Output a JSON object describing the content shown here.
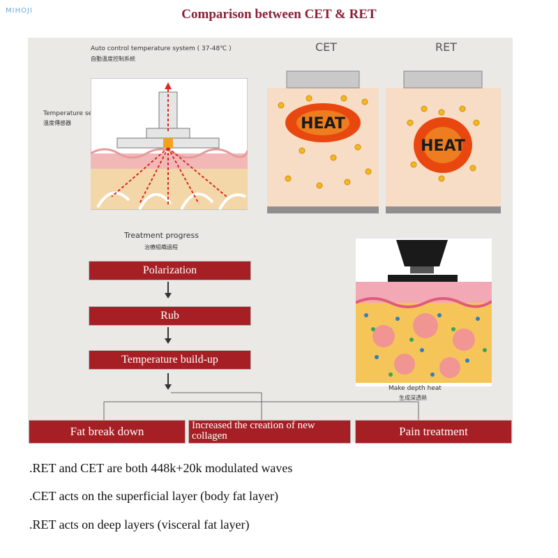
{
  "logo": "MIHOJI",
  "title": "Comparison between CET & RET",
  "auto_control": {
    "en": "Auto control temperature system ( 37-48℃ )",
    "cn": "自動溫度控制系統"
  },
  "sensor": {
    "en": "Temperature sensor",
    "cn": "溫度傳感器"
  },
  "cet_label": "CET",
  "ret_label": "RET",
  "heat_label": "HEAT",
  "treatment": {
    "en": "Treatment progress",
    "cn": "治療組織過程"
  },
  "steps": [
    "Polarization",
    "Rub",
    "Temperature build-up"
  ],
  "depth": {
    "en": "Make depth heat",
    "cn": "生成深透熱"
  },
  "outcomes": [
    "Fat break down",
    "Increased the creation of new collagen",
    "Pain treatment"
  ],
  "notes": [
    ".RET and CET are both 448k+20k modulated waves",
    ".CET acts on the superficial layer (body fat layer)",
    ".RET acts on deep layers (visceral fat layer)"
  ],
  "colors": {
    "accent": "#a51f24",
    "title": "#8a2036"
  }
}
